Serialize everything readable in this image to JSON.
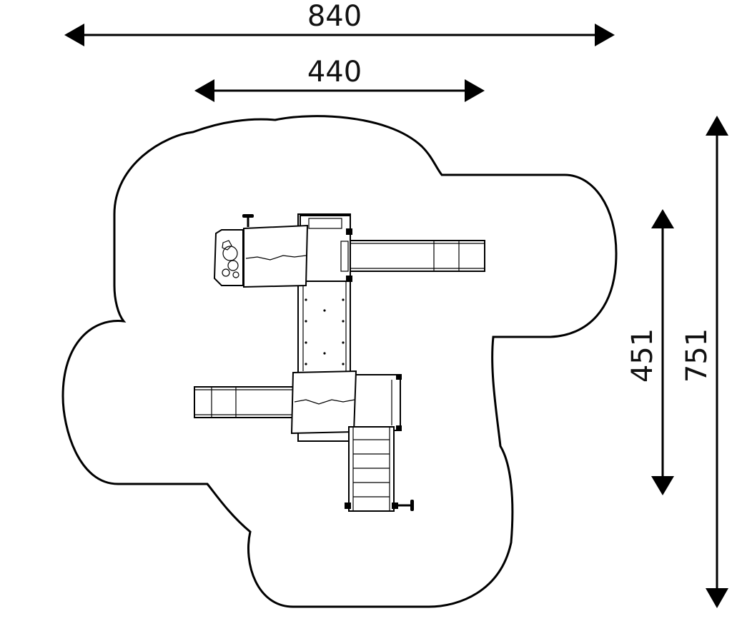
{
  "dimensions": {
    "overall_width": "840",
    "inner_width": "440",
    "inner_depth": "451",
    "overall_depth": "751"
  },
  "colors": {
    "line": "#000000",
    "background": "#ffffff"
  }
}
